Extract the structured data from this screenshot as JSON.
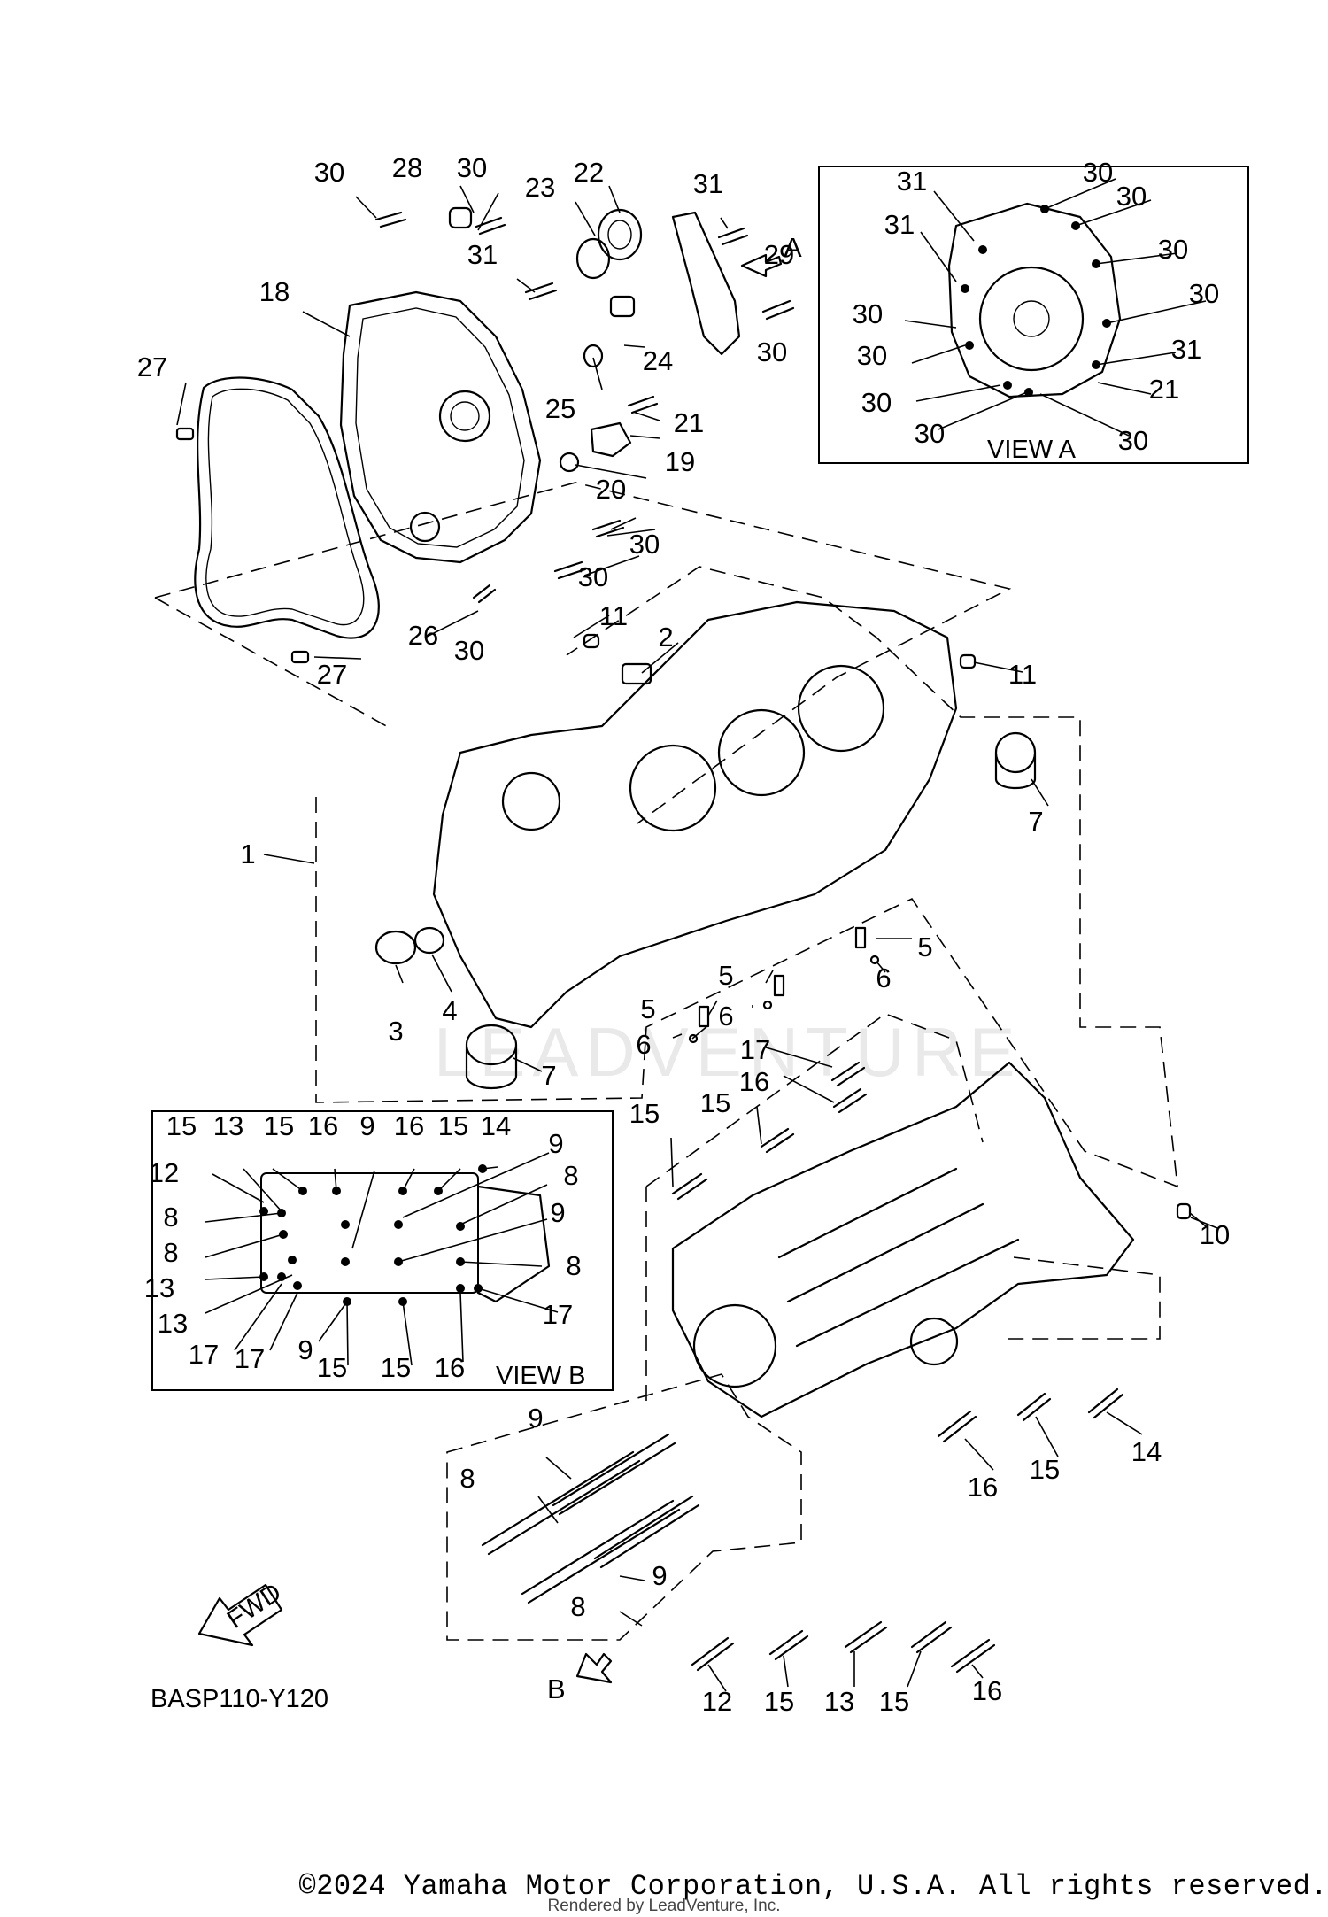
{
  "diagram": {
    "callouts": [
      "1",
      "2",
      "3",
      "4",
      "5",
      "6",
      "7",
      "8",
      "9",
      "10",
      "11",
      "12",
      "13",
      "14",
      "15",
      "16",
      "17",
      "18",
      "19",
      "20",
      "21",
      "22",
      "23",
      "24",
      "25",
      "26",
      "27",
      "28",
      "29",
      "30",
      "31"
    ],
    "view_a_label": "VIEW A",
    "view_b_label": "VIEW B",
    "arrow_a_label": "A",
    "arrow_b_label": "B",
    "fwd_label": "FWD",
    "diagram_code": "BASP110-Y120",
    "watermark": "LEADVENTURE"
  },
  "footer": {
    "copyright": "©2024 Yamaha Motor Corporation, U.S.A. All rights reserved.",
    "rendered_by": "Rendered by LeadVenture, Inc."
  }
}
